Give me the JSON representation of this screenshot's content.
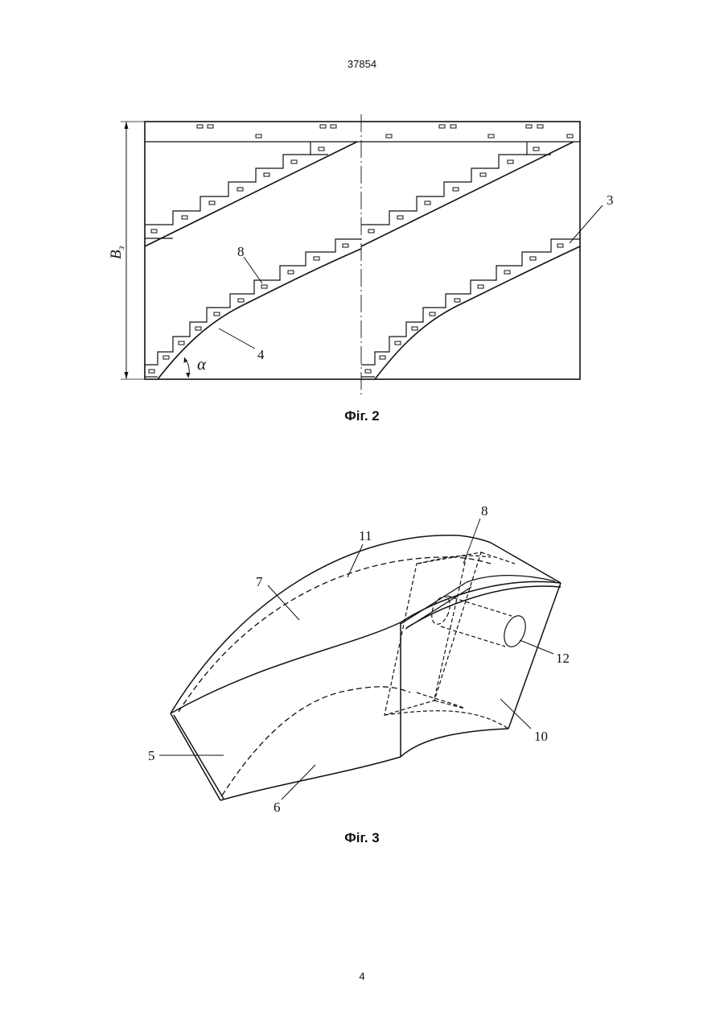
{
  "header": {
    "doc_number": "37854"
  },
  "fig2": {
    "caption": "Фіг. 2",
    "dimension_label": "B",
    "dimension_sub": "з",
    "angle_label": "α",
    "refs": {
      "r3": "3",
      "r8": "8",
      "r4": "4"
    }
  },
  "fig3": {
    "caption": "Фіг. 3",
    "refs": {
      "r11": "11",
      "r8": "8",
      "r7": "7",
      "r12": "12",
      "r5": "5",
      "r10": "10",
      "r6": "6"
    }
  },
  "footer": {
    "page_number": "4"
  }
}
